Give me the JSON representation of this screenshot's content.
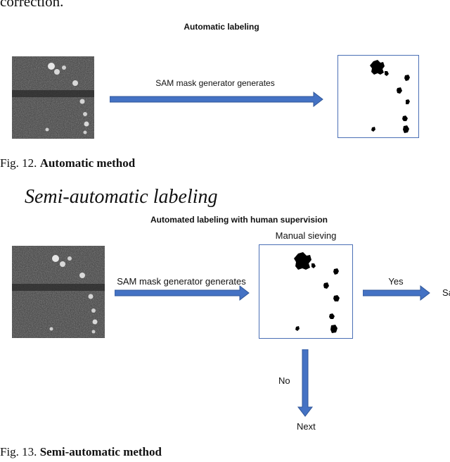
{
  "top_text": "correction.",
  "fig12": {
    "title": "Automatic labeling",
    "arrow_label": "SAM mask generator generates",
    "caption_prefix": "Fig. 12.",
    "caption_bold": "Automatic method"
  },
  "section_heading": "Semi-automatic labeling",
  "fig13": {
    "title": "Automated labeling with human supervision",
    "arrow_label": "SAM mask generator generates",
    "manual_label": "Manual sieving",
    "yes_label": "Yes",
    "save_label": "Sa",
    "no_label": "No",
    "next_label": "Next",
    "caption_prefix": "Fig. 13.",
    "caption_bold": "Semi-automatic method"
  },
  "colors": {
    "arrow": "#4472c4",
    "arrow_edge": "#2f5597",
    "frame": "#4a6fb5"
  }
}
